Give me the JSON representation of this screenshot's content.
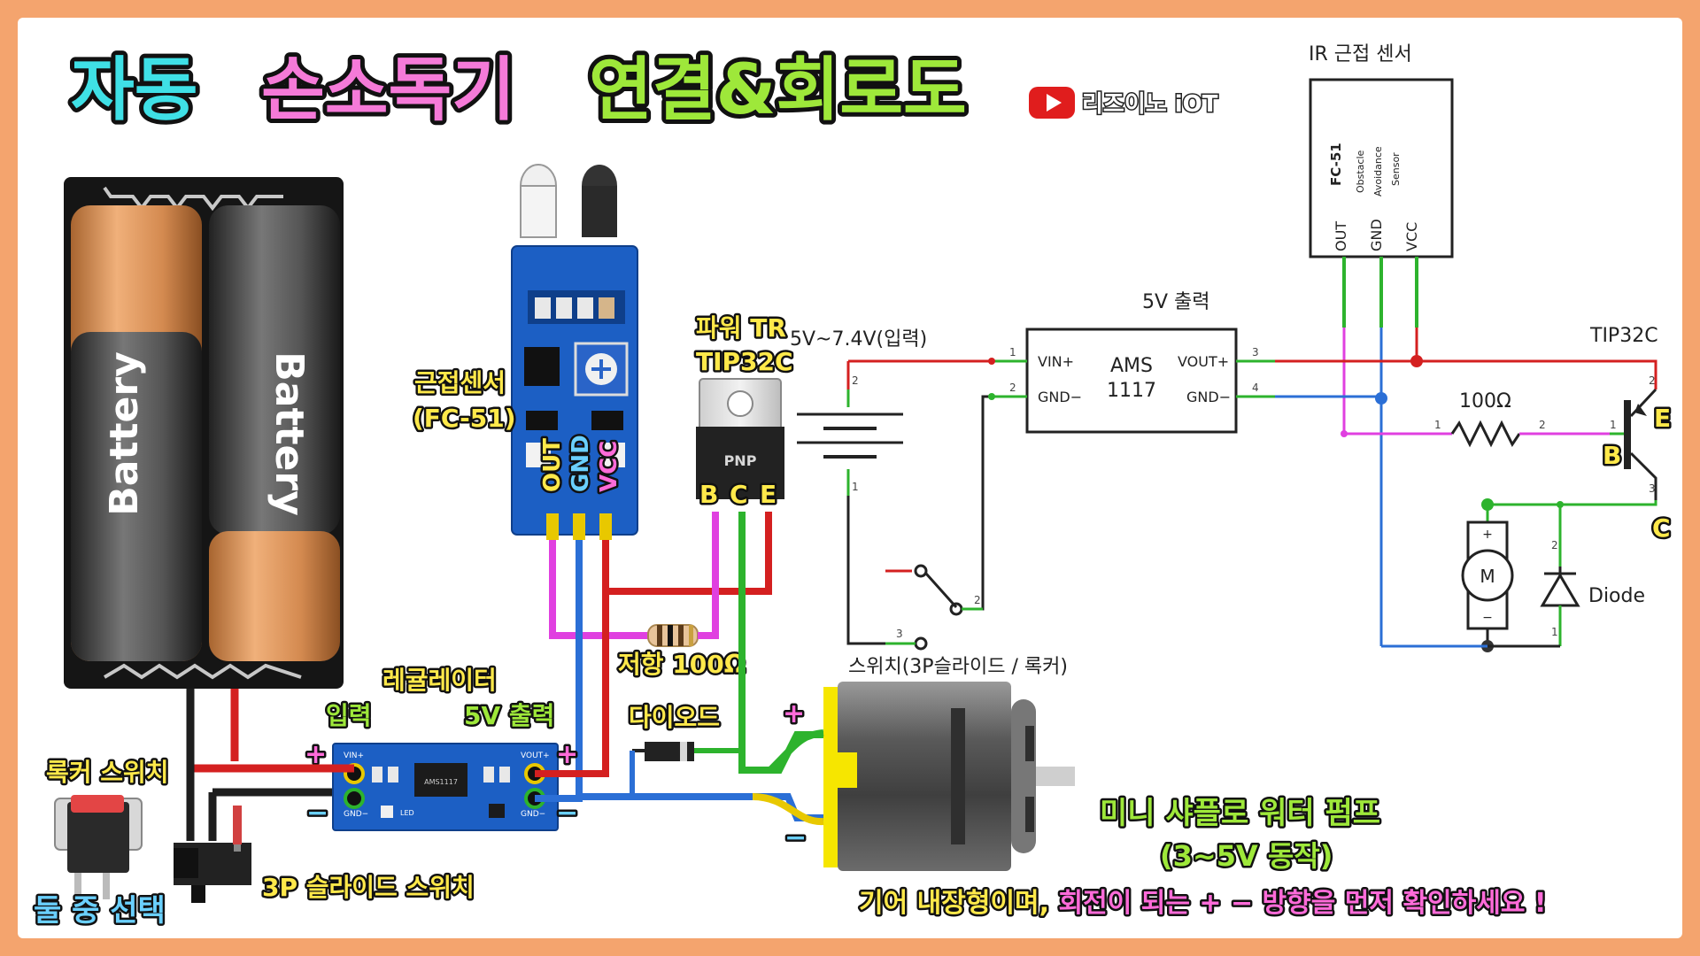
{
  "title": {
    "part1": "자동",
    "part2": "손소독기",
    "part3": "연결&회로도"
  },
  "channel": {
    "name": "리즈이노 iOT"
  },
  "battery": {
    "label1": "Battery",
    "label2": "Battery"
  },
  "ir_module": {
    "label": "근접센서",
    "model": "(FC-51)",
    "pin_out": "OUT",
    "pin_gnd": "GND",
    "pin_vcc": "VCC"
  },
  "transistor": {
    "label": "파워 TR",
    "model": "TIP32C",
    "body": "PNP",
    "pin_b": "B",
    "pin_c": "C",
    "pin_e": "E"
  },
  "resistor": {
    "label": "저항 100Ω"
  },
  "regulator": {
    "label": "레귤레이터",
    "in_label": "입력",
    "out_label": "5V 출력",
    "plus": "+",
    "minus": "−",
    "silk_vin": "VIN+",
    "silk_gnd": "GND−",
    "silk_vout": "VOUT+",
    "silk_gnd2": "GND−",
    "silk_chip": "AMS1117",
    "silk_led": "LED"
  },
  "diode": {
    "label": "다이오드"
  },
  "rocker": {
    "label": "록커 스위치"
  },
  "slide": {
    "label": "3P 슬라이드 스위치",
    "choice": "둘 중 선택"
  },
  "pump": {
    "name": "미니 샤플로 워터 펌프",
    "spec": "(3~5V 동작)",
    "plus": "+",
    "minus": "−"
  },
  "note": {
    "part1": "기어 내장형이며, ",
    "part2": "회전이 되는 + − 방향을 먼저 확인하세요 !"
  },
  "schematic": {
    "ir_title": "IR 근접 센서",
    "ir_model": "FC-51",
    "ir_desc1": "Obstacle",
    "ir_desc2": "Avoidance",
    "ir_desc3": "Sensor",
    "ir_pin_out": "OUT",
    "ir_pin_gnd": "GND",
    "ir_pin_vcc": "VCC",
    "input_label": "5V~7.4V(입력)",
    "output_label": "5V 출력",
    "ams_line1": "AMS",
    "ams_line2": "1117",
    "vin": "VIN+",
    "gnd_in": "GND−",
    "vout": "VOUT+",
    "gnd_out": "GND−",
    "tr_label": "TIP32C",
    "res_label": "100Ω",
    "motor": "M",
    "diode_label": "Diode",
    "switch_label": "스위치(3P슬라이드 / 록커)",
    "pin_b": "B",
    "pin_e": "E",
    "pin_c": "C",
    "n1": "1",
    "n2": "2",
    "n3": "3",
    "n4": "4",
    "m_plus": "+",
    "m_minus": "−"
  },
  "colors": {
    "red": "#d42020",
    "black": "#1e1e1e",
    "green": "#2db32d",
    "blue": "#2b6fd6",
    "magenta": "#e040e0",
    "yellow": "#e8c800",
    "board": "#1c5fc4",
    "title_cyan": "#3fe0e6",
    "title_pink": "#f57ad8",
    "title_green": "#9ee83a"
  }
}
